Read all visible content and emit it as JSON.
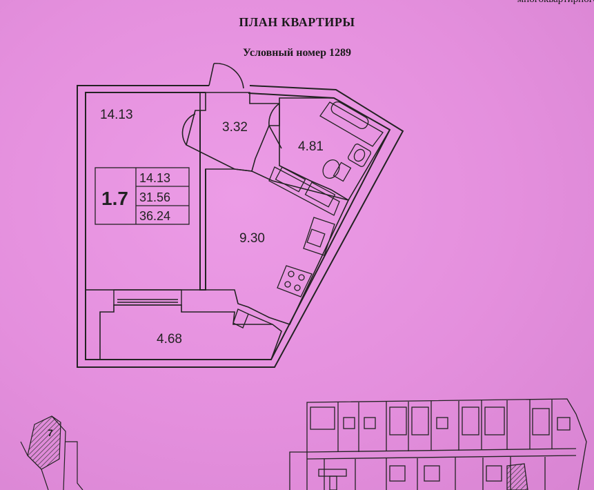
{
  "header": {
    "corner_text": "многоквартирного",
    "title": "ПЛАН КВАРТИРЫ",
    "subtitle": "Условный номер 1289"
  },
  "rooms": {
    "living_room": "14.13",
    "hallway": "3.32",
    "bathroom": "4.81",
    "kitchen": "9.30",
    "loggia": "4.68"
  },
  "summary": {
    "apartment_type": "1.7",
    "living_area": "14.13",
    "total_area": "31.56",
    "total_with_loggia": "36.24"
  },
  "locator": {
    "section_number": "7"
  }
}
